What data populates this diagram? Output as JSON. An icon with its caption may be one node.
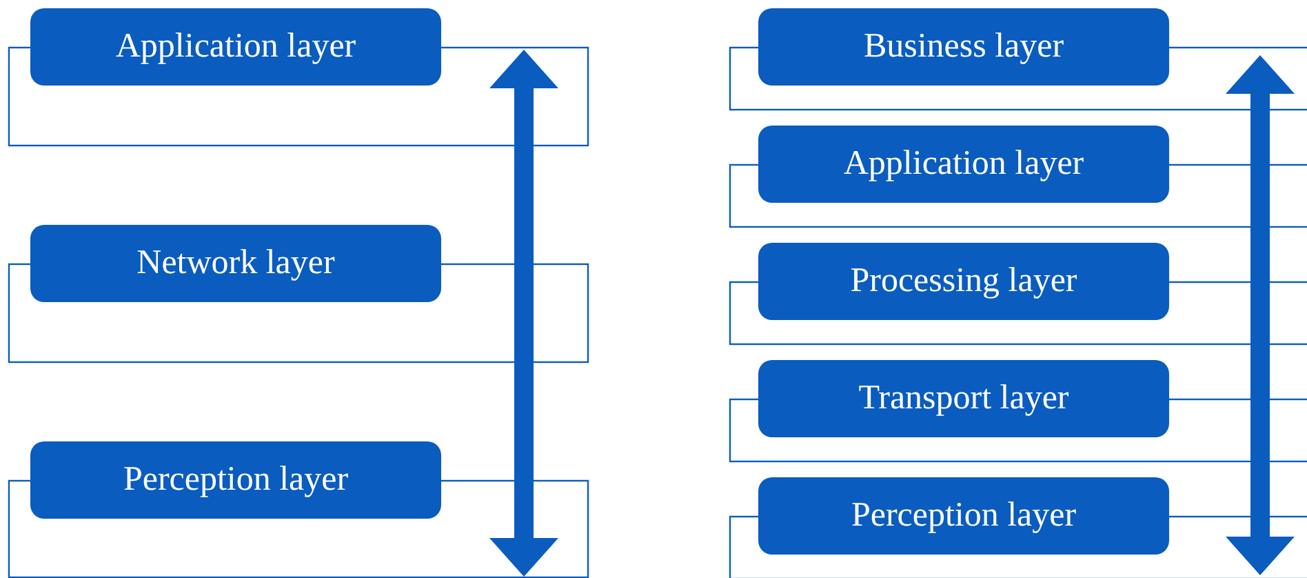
{
  "diagram": {
    "nodes": [
      {
        "text": [
          "Application layer"
        ]
      },
      {
        "text": [
          "Network layer"
        ]
      },
      {
        "text": [
          "Perception layer"
        ]
      },
      {
        "text": [
          "Business layer"
        ]
      },
      {
        "text": [
          "Application layer"
        ]
      },
      {
        "text": [
          "Processing layer"
        ]
      },
      {
        "text": [
          "Transport layer"
        ]
      },
      {
        "text": [
          "Perception layer"
        ]
      }
    ]
  }
}
